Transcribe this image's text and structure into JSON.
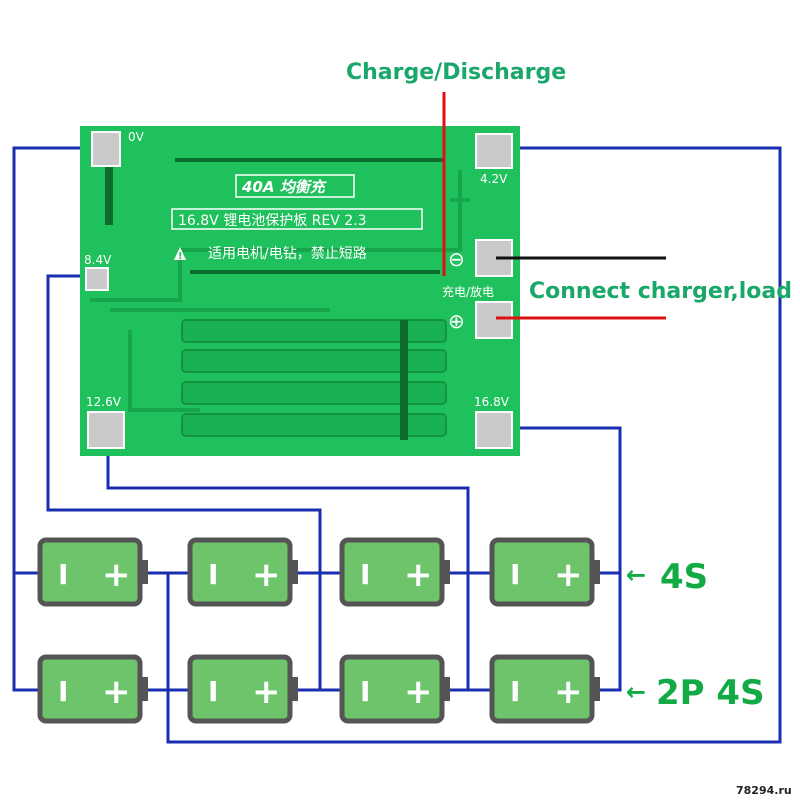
{
  "labels": {
    "charge_discharge": "Charge/Discharge",
    "connect_charger_load": "Connect charger,load",
    "row_4s": "4S",
    "row_2p4s": "2P 4S",
    "arrow": "←"
  },
  "board": {
    "pad_0v": "0V",
    "pad_4v2": "4.2V",
    "pad_8v4": "8.4V",
    "pad_12v6": "12.6V",
    "pad_16v8": "16.8V",
    "badge": "40A 均衡充",
    "title_line": "16.8V 锂电池保护板 REV 2.3",
    "warning_line": "适用电机/电钻，禁止短路",
    "warning_symbol": "!",
    "charge_discharge_silk": "充电/放电",
    "minus_symbol": "⊖",
    "plus_symbol": "⊕"
  },
  "battery": {
    "minus": "I",
    "plus": "+"
  },
  "watermark": "78294.ru",
  "colors": {
    "board": "#1fc15c",
    "board_dark": "#17a54c",
    "wire_blue": "#1a2fb0",
    "wire_red": "#e01010",
    "wire_black": "#111111",
    "battery_fill": "#6dc46a",
    "battery_border": "#555555",
    "label_green": "#1aa76a"
  }
}
